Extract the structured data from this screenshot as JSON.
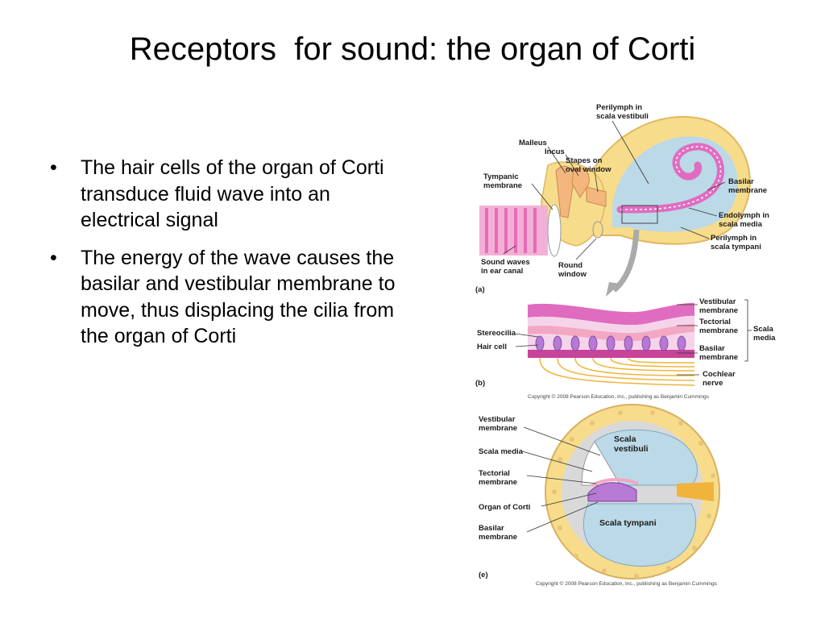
{
  "title": "Receptors  for sound: the organ of Corti",
  "bullets": [
    "The hair cells of the organ of Corti transduce fluid wave into an electrical signal",
    "The energy of the wave causes the basilar and vestibular membrane to move, thus displacing the cilia from the organ of Corti"
  ],
  "figure_a": {
    "panel": "(a)",
    "labels": {
      "perilymph_vestibuli": [
        "Perilymph in",
        "scala vestibuli"
      ],
      "malleus": "Malleus",
      "incus": "Incus",
      "stapes": [
        "Stapes on",
        "oval window"
      ],
      "tympanic": [
        "Tympanic",
        "membrane"
      ],
      "basilar": [
        "Basilar",
        "membrane"
      ],
      "endolymph": [
        "Endolymph in",
        "scala media"
      ],
      "perilymph_tympani": [
        "Perilymph in",
        "scala tympani"
      ],
      "sound_waves": [
        "Sound waves",
        "in ear canal"
      ],
      "round_window": [
        "Round",
        "window"
      ]
    }
  },
  "figure_b": {
    "panel": "(b)",
    "labels": {
      "vestibular": [
        "Vestibular",
        "membrane"
      ],
      "tectorial": [
        "Tectorial",
        "membrane"
      ],
      "scala_media": [
        "Scala",
        "media"
      ],
      "stereocilia": "Stereocilia",
      "hair_cell": "Hair cell",
      "basilar": [
        "Basilar",
        "membrane"
      ],
      "cochlear": [
        "Cochlear",
        "nerve"
      ]
    },
    "copyright": "Copyright © 2008 Pearson Education, Inc., publishing as Benjamin Cummings"
  },
  "figure_c": {
    "panel": "(e)",
    "labels": {
      "vestibular": [
        "Vestibular",
        "membrane"
      ],
      "scala_media": "Scala media",
      "tectorial": [
        "Tectorial",
        "membrane"
      ],
      "organ_corti": "Organ of Corti",
      "basilar": [
        "Basilar",
        "membrane"
      ],
      "scala_vestibuli": [
        "Scala",
        "vestibuli"
      ],
      "scala_tympani": "Scala tympani"
    },
    "copyright": "Copyright © 2008 Pearson Education, Inc., publishing as Benjamin Cummings"
  },
  "colors": {
    "bone": "#f7dc8c",
    "perilymph": "#bcd9e8",
    "endolymph": "#e06cc0",
    "membrane": "#c8439a",
    "hair": "#9b59b6",
    "nerve": "#f0b43c",
    "canal_pink": "#e86ab8",
    "ossicle": "#f3b77e"
  }
}
